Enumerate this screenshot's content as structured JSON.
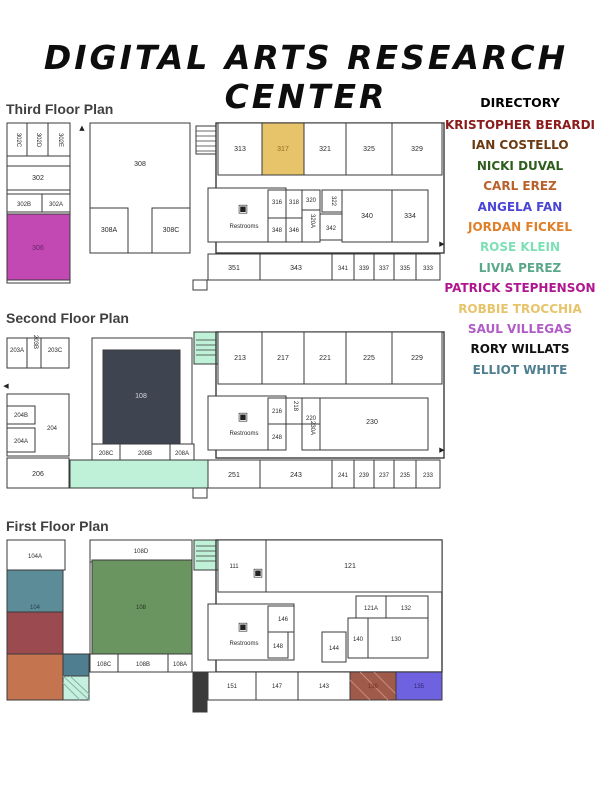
{
  "title": "DIGITAL ARTS RESEARCH CENTER",
  "directory": {
    "header": "DIRECTORY",
    "people": [
      {
        "name": "KRISTOPHER BERARDI",
        "color": "#8b1a1a"
      },
      {
        "name": "IAN COSTELLO",
        "color": "#6b3a10"
      },
      {
        "name": "NICKI DUVAL",
        "color": "#2f5d1e"
      },
      {
        "name": "CARL EREZ",
        "color": "#b8622a"
      },
      {
        "name": "ANGELA FAN",
        "color": "#4b45d6"
      },
      {
        "name": "JORDAN FICKEL",
        "color": "#e07f2a"
      },
      {
        "name": "ROSE KLEIN",
        "color": "#7de0b5"
      },
      {
        "name": "LIVIA PEREZ",
        "color": "#5aa889"
      },
      {
        "name": "PATRICK STEPHENSON",
        "color": "#b0168f"
      },
      {
        "name": "ROBBIE TROCCHIA",
        "color": "#e7c46a"
      },
      {
        "name": "SAUL VILLEGAS",
        "color": "#b05bc6"
      },
      {
        "name": "RORY WILLATS",
        "color": "#111111"
      },
      {
        "name": "ELLIOT WHITE",
        "color": "#4e7e8f"
      }
    ]
  },
  "floors": {
    "third": {
      "label": "Third Floor Plan",
      "rooms": [
        "302C",
        "302D",
        "302E",
        "302",
        "302B",
        "302A",
        "306",
        "308",
        "308A",
        "308C",
        "313",
        "317",
        "321",
        "325",
        "329",
        "316",
        "318",
        "320",
        "322",
        "320A",
        "340",
        "334",
        "348",
        "346",
        "342",
        "351",
        "343",
        "341",
        "339",
        "337",
        "335",
        "333"
      ],
      "restrooms": "Restrooms"
    },
    "second": {
      "label": "Second Floor Plan",
      "rooms": [
        "203A",
        "203B",
        "203C",
        "108",
        "213",
        "217",
        "221",
        "225",
        "229",
        "204B",
        "204",
        "204A",
        "216",
        "218",
        "220",
        "230",
        "248",
        "230A",
        "208C",
        "208B",
        "208A",
        "206",
        "251",
        "243",
        "241",
        "239",
        "237",
        "235",
        "233"
      ],
      "restrooms": "Restrooms"
    },
    "first": {
      "label": "First Floor Plan",
      "rooms": [
        "104A",
        "108D",
        "111",
        "121",
        "104",
        "108",
        "121A",
        "132",
        "146",
        "140",
        "130",
        "148",
        "144",
        "108C",
        "108B",
        "108A",
        "151",
        "147",
        "143",
        "136",
        "135"
      ],
      "restrooms": "Restrooms"
    }
  }
}
